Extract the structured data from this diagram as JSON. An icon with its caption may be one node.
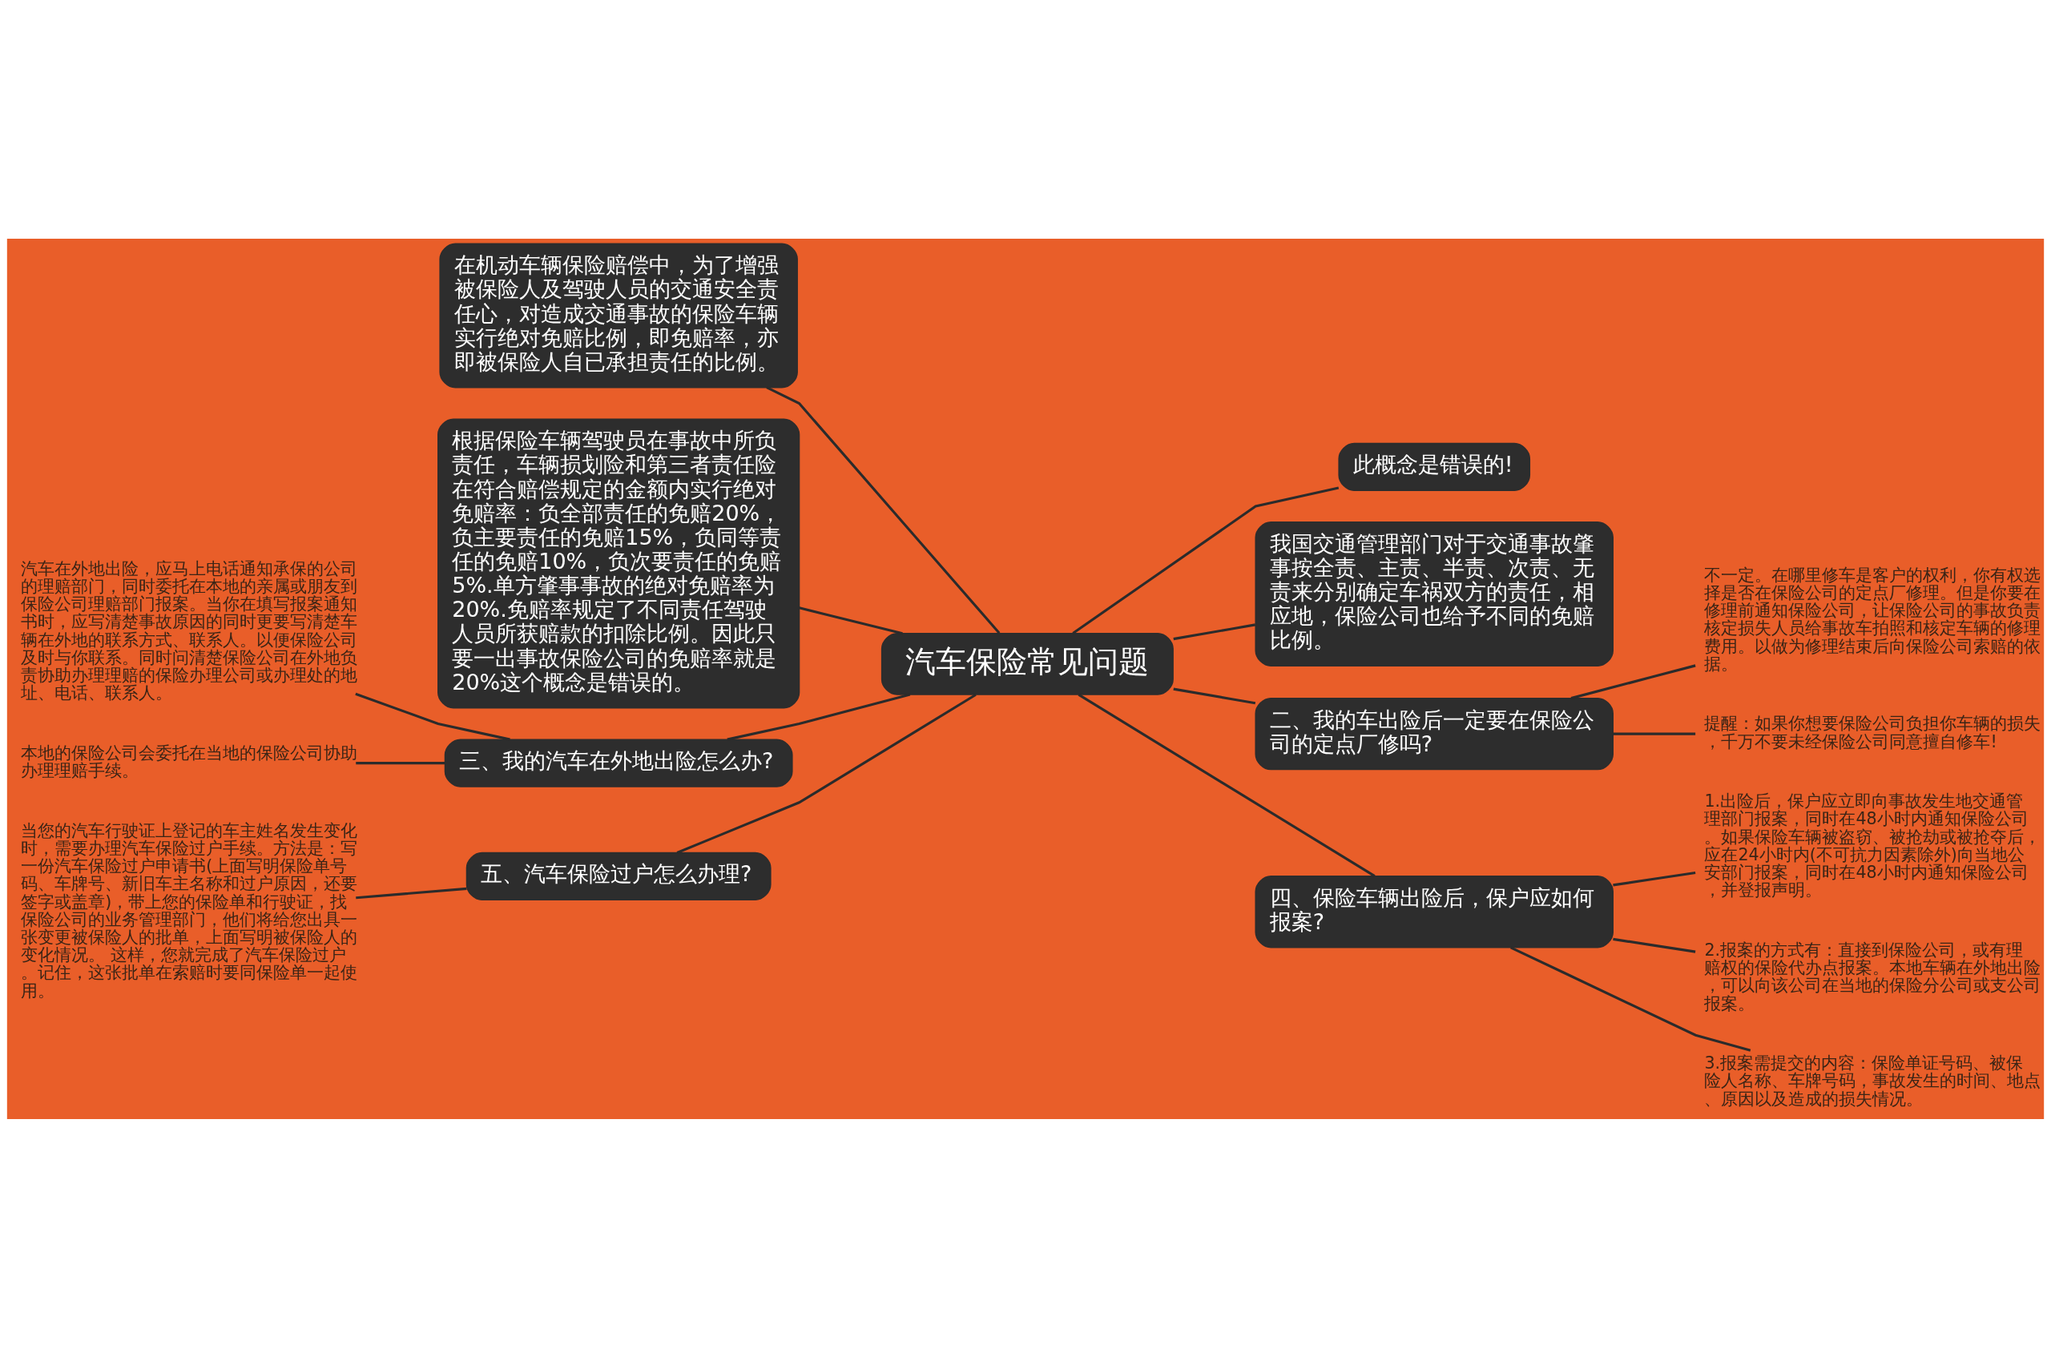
{
  "diagram": {
    "nodes": [
      {
        "text": [
          "汽车保险常见问题"
        ]
      },
      {
        "text": [
          "在机动车辆保险赔偿中，为了增强被保险人及驾驶人员的交通安全责任心，对造成交通事故的保险车辆实行绝对免赔比例，即免赔率，亦即被保险人自已承担责任的比例。"
        ]
      },
      {
        "text": [
          "根据保险车辆驾驶员在事故中所负责任，车辆损划险和第三者责任险在符合赔偿规定的金额内实行绝对免赔率：负全部责任的免赔20%，负主要责任的免赔15%，负同等责任的免赔10%，负次要责任的免赔5%.单方肇事事故的绝对免赔率为20%.免赔率规定了不同责任驾驶人员所获赔款的扣除比例。因此只要一出事故保险公司的免赔率就是20%这个概念是错误的。"
        ]
      },
      {
        "text": [
          "三、我的汽车在外地出险怎么办?"
        ]
      },
      {
        "text": [
          "汽车在外地出险，应马上电话通知承保的公司的理赔部门，同时委托在本地的亲属或朋友到保险公司理赔部门报案。当你在填写报案通知书时，应写清楚事故原因的同时更要写清楚车辆在外地的联系方式、联系人。以便保险公司及时与你联系。同时问清楚保险公司在外地负责协助办理理赔的保险办理公司或办理处的地址、电话、联系人。"
        ]
      },
      {
        "text": [
          "本地的保险公司会委托在当地的保险公司协助办理理赔手续。"
        ]
      },
      {
        "text": [
          "五、汽车保险过户怎么办理?"
        ]
      },
      {
        "text": [
          "当您的汽车行驶证上登记的车主姓名发生变化时，需要办理汽车保险过户手续。方法是：写一份汽车保险过户申请书(上面写明保险单号码、车牌号、新旧车主名称和过户原因，还要签字或盖章)，带上您的保险单和行驶证，找保险公司的业务管理部门，他们将给您出具一张变更被保险人的批单，上面写明被保险人的变化情况。 这样，您就完成了汽车保险过户。记住，这张批单在索赔时要同保险单一起使用。"
        ]
      },
      {
        "text": [
          "此概念是错误的!"
        ]
      },
      {
        "text": [
          "我国交通管理部门对于交通事故肇事按全责、主责、半责、次责、无责来分别确定车祸双方的责任，相应地，保险公司也给予不同的免赔比例。"
        ]
      },
      {
        "text": [
          "二、我的车出险后一定要在保险公司的定点厂修吗?"
        ]
      },
      {
        "text": [
          "不一定。在哪里修车是客户的权利，你有权选择是否在保险公司的定点厂修理。但是你要在修理前通知保险公司，让保险公司的事故负责核定损失人员给事故车拍照和核定车辆的修理费用。以做为修理结束后向保险公司索赔的依据。"
        ]
      },
      {
        "text": [
          "提醒：如果你想要保险公司负担你车辆的损失，千万不要未经保险公司同意擅自修车!"
        ]
      },
      {
        "text": [
          "四、保险车辆出险后，保户应如何报案?"
        ]
      },
      {
        "text": [
          "1.出险后，保户应立即向事故发生地交通管理部门报案，同时在48小时内通知保险公司。如果保险车辆被盗窃、被抢劫或被抢夺后，应在24小时内(不可抗力因素除外)向当地公安部门报案，同时在48小时内通知保险公司，并登报声明。"
        ]
      },
      {
        "text": [
          "2.报案的方式有：直接到保险公司，或有理赔权的保险代办点报案。本地车辆在外地出险，可以向该公司在当地的保险分公司或支公司报案。"
        ]
      },
      {
        "text": [
          "3.报案需提交的内容：保险单证号码、被保险人名称、车牌号码，事故发生的时间、地点、原因以及造成的损失情况。"
        ]
      }
    ],
    "edges": [
      {
        "from": 1,
        "to": 0,
        "arrow": "none"
      },
      {
        "from": 2,
        "to": 0,
        "arrow": "none"
      },
      {
        "from": 3,
        "to": 0,
        "arrow": "none"
      },
      {
        "from": 4,
        "to": 3,
        "arrow": "none"
      },
      {
        "from": 5,
        "to": 3,
        "arrow": "none"
      },
      {
        "from": 6,
        "to": 0,
        "arrow": "none"
      },
      {
        "from": 7,
        "to": 6,
        "arrow": "none"
      },
      {
        "from": 0,
        "to": 8,
        "arrow": "none"
      },
      {
        "from": 0,
        "to": 9,
        "arrow": "none"
      },
      {
        "from": 0,
        "to": 10,
        "arrow": "none"
      },
      {
        "from": 10,
        "to": 11,
        "arrow": "none"
      },
      {
        "from": 10,
        "to": 12,
        "arrow": "none"
      },
      {
        "from": 0,
        "to": 13,
        "arrow": "none"
      },
      {
        "from": 13,
        "to": 14,
        "arrow": "none"
      },
      {
        "from": 13,
        "to": 15,
        "arrow": "none"
      },
      {
        "from": 13,
        "to": 16,
        "arrow": "none"
      }
    ]
  }
}
